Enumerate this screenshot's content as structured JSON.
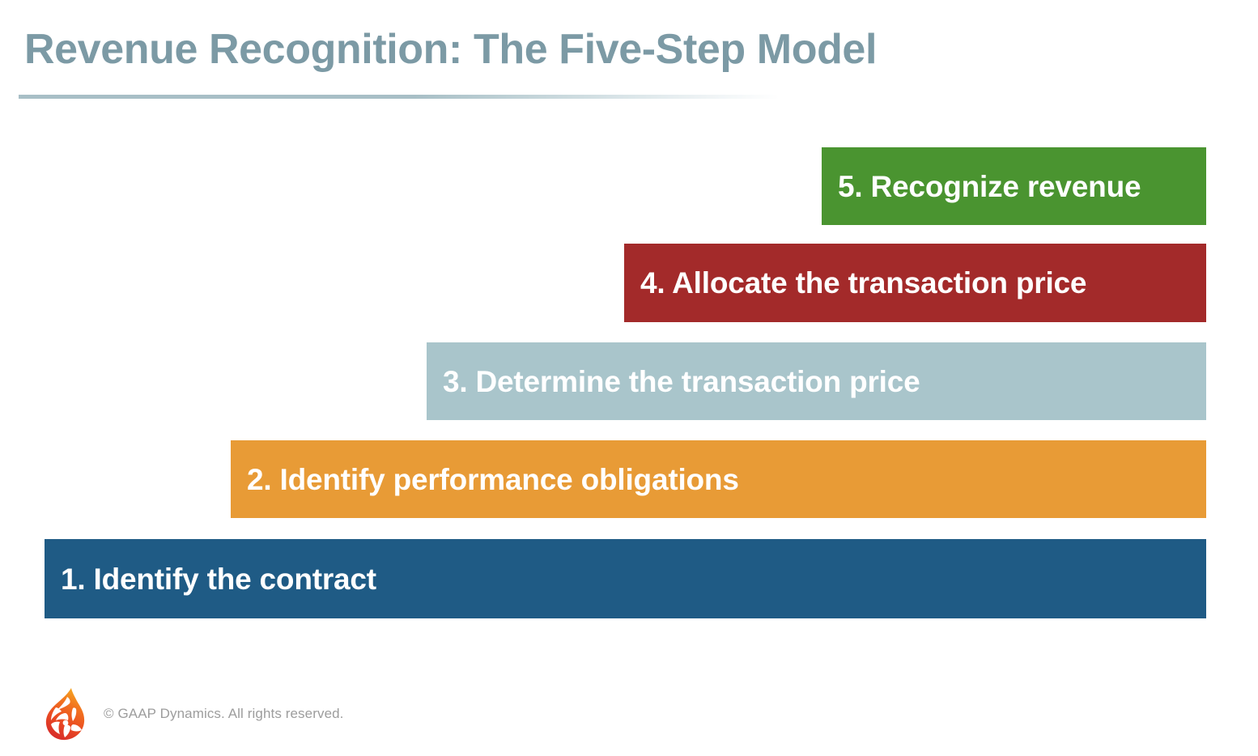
{
  "slide": {
    "title": "Revenue Recognition: The Five-Step Model",
    "title_color": "#7c9aa5",
    "background_color": "#ffffff",
    "rule_color": "#a8bfc6"
  },
  "steps": [
    {
      "number": "5",
      "label": "5. Recognize revenue",
      "color": "#4a9430",
      "text_color": "#ffffff",
      "name": "recognize-revenue"
    },
    {
      "number": "4",
      "label": "4. Allocate the transaction price",
      "color": "#a32a2a",
      "text_color": "#ffffff",
      "name": "allocate-transaction-price"
    },
    {
      "number": "3",
      "label": "3. Determine the transaction price",
      "color": "#a9c5cb",
      "text_color": "#ffffff",
      "name": "determine-transaction-price"
    },
    {
      "number": "2",
      "label": "2. Identify performance obligations",
      "color": "#e89b36",
      "text_color": "#ffffff",
      "name": "identify-performance-obligations"
    },
    {
      "number": "1",
      "label": "1. Identify the contract",
      "color": "#1f5b85",
      "text_color": "#ffffff",
      "name": "identify-the-contract"
    }
  ],
  "footer": {
    "logo_icon": "flame-logo-icon",
    "copyright": "© GAAP Dynamics. All rights reserved.",
    "copyright_color": "#9d9d9d"
  }
}
